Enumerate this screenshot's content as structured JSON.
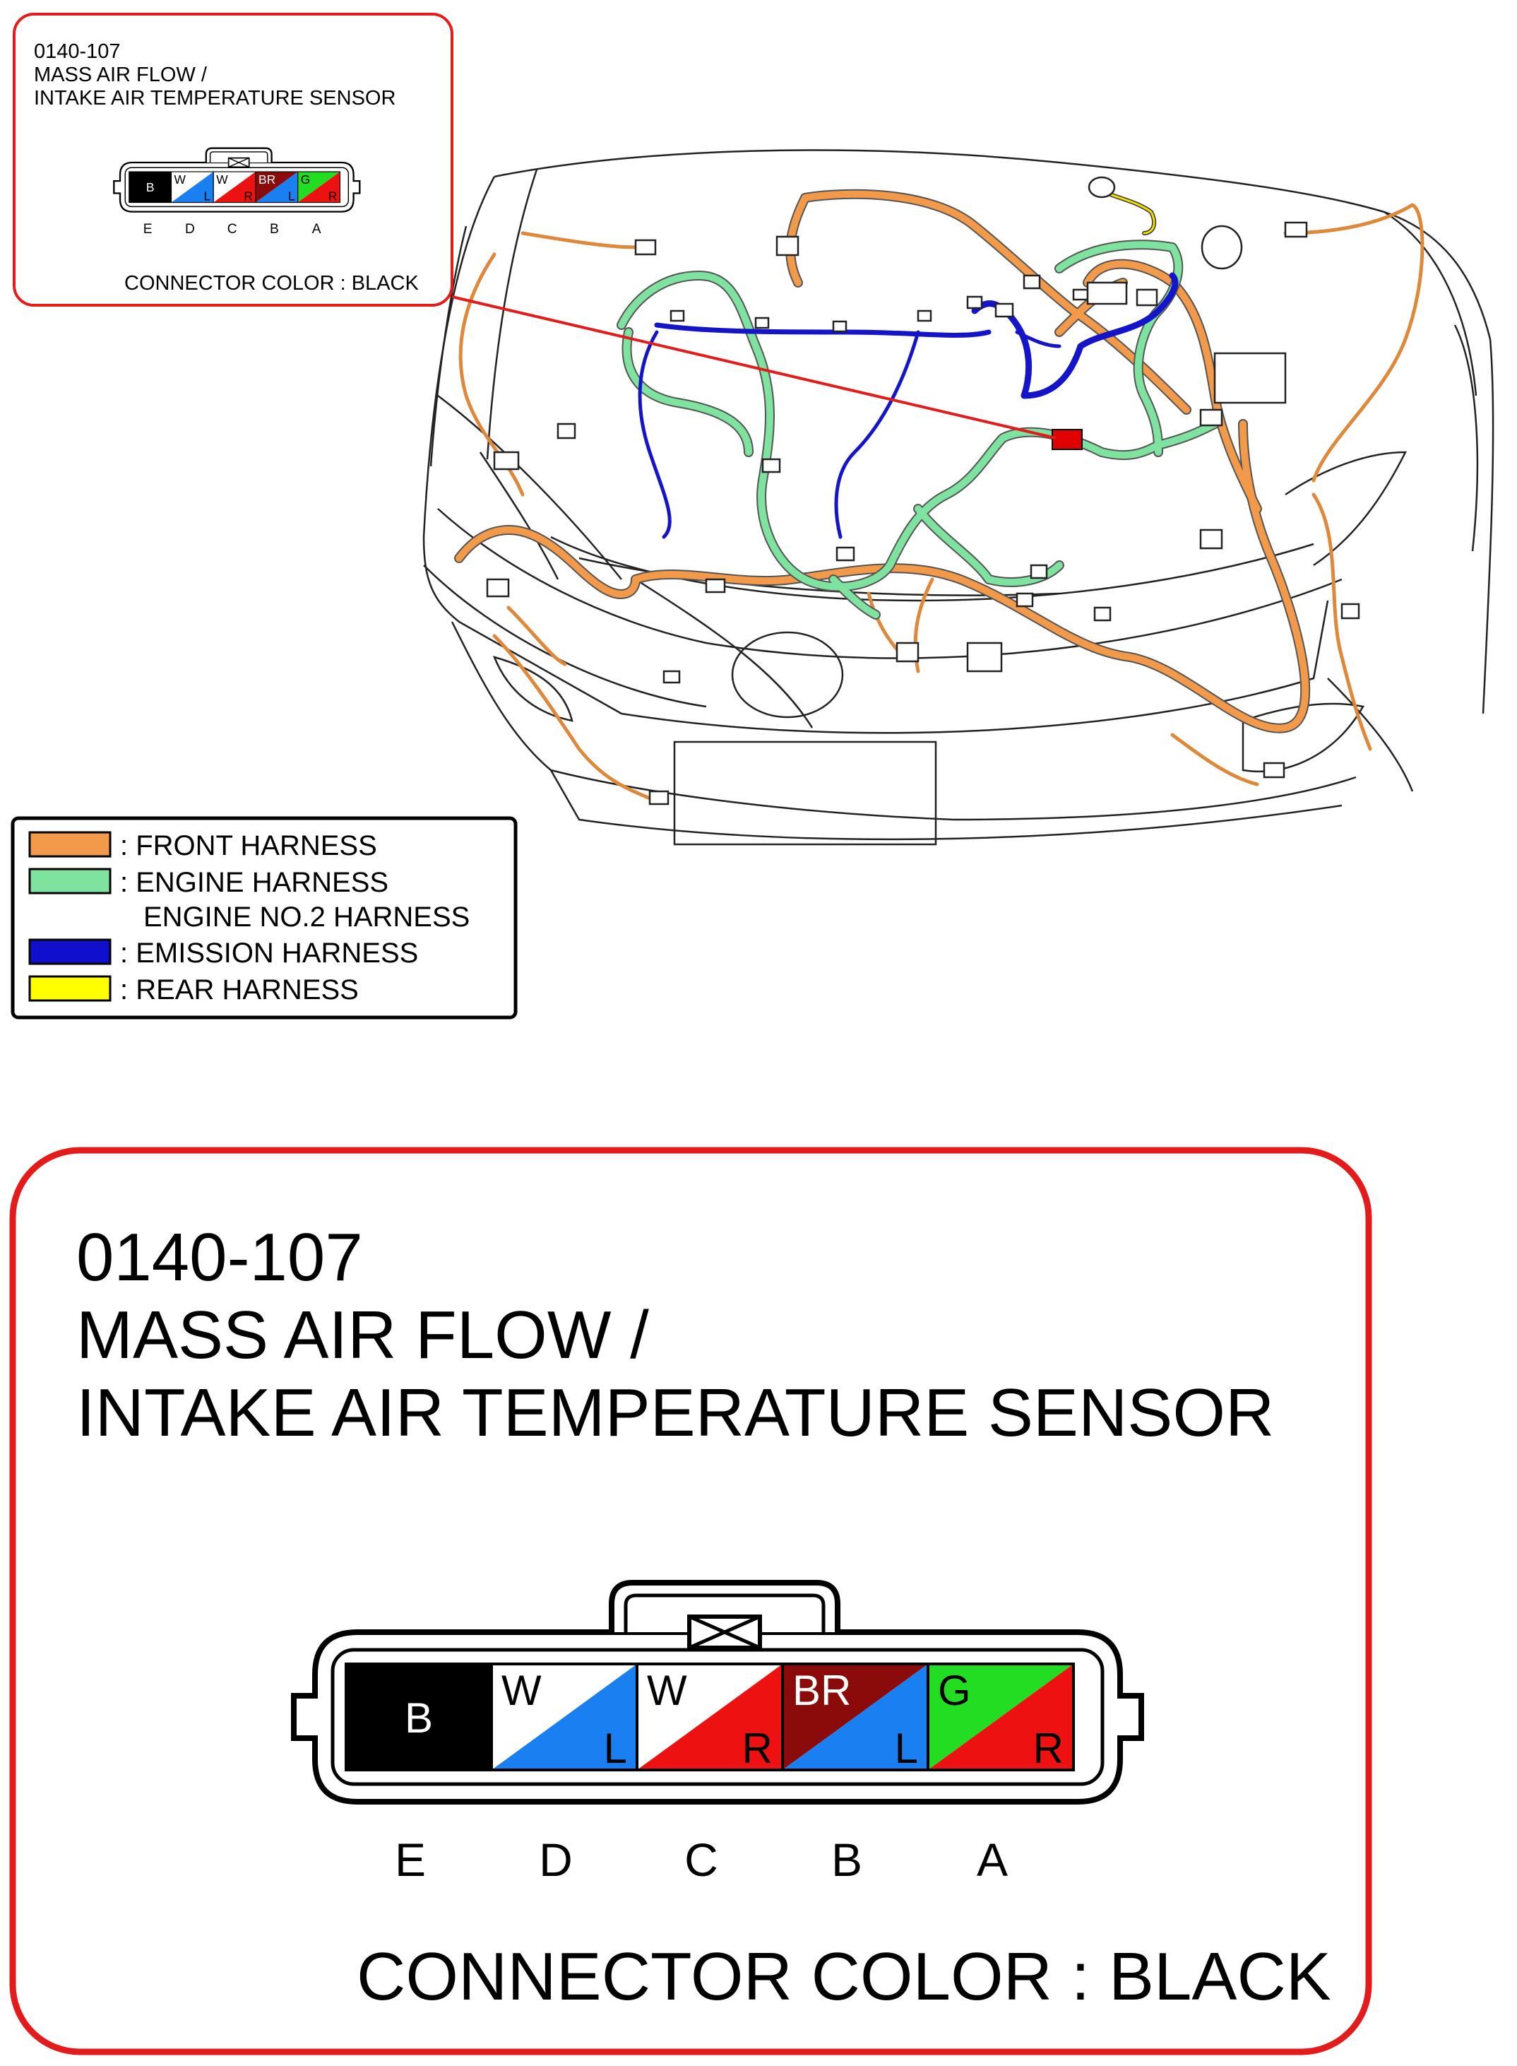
{
  "connector_id": "0140-107",
  "connector_name_line1": "MASS AIR FLOW /",
  "connector_name_line2": "INTAKE AIR TEMPERATURE SENSOR",
  "connector_color_text": "CONNECTOR COLOR : BLACK",
  "pins": [
    {
      "position": "E",
      "top": "B",
      "bottom": "",
      "top_color": "#000000",
      "bottom_color": "#000000"
    },
    {
      "position": "D",
      "top": "W",
      "bottom": "L",
      "top_color": "#ffffff",
      "bottom_color": "#1a7ff0"
    },
    {
      "position": "C",
      "top": "W",
      "bottom": "R",
      "top_color": "#ffffff",
      "bottom_color": "#ee1111"
    },
    {
      "position": "B",
      "top": "BR",
      "bottom": "L",
      "top_color": "#8b0a0a",
      "bottom_color": "#1a7ff0"
    },
    {
      "position": "A",
      "top": "G",
      "bottom": "R",
      "top_color": "#22dd22",
      "bottom_color": "#ee1111"
    }
  ],
  "legend": [
    {
      "label": ": FRONT HARNESS",
      "color": "#f39a4a"
    },
    {
      "label": ": ENGINE HARNESS",
      "color": "#7fe3a0"
    },
    {
      "label": "ENGINE NO.2 HARNESS",
      "color": ""
    },
    {
      "label": ": EMISSION HARNESS",
      "color": "#1010cc"
    },
    {
      "label": ": REAR HARNESS",
      "color": "#ffff00"
    }
  ],
  "colors": {
    "callout_border": "#e31b1b",
    "front_harness": "#f39a4a",
    "engine_harness": "#7fe3a0",
    "emission_harness": "#1414c8",
    "rear_harness": "#f2e000",
    "connector_highlight": "#e00000"
  }
}
